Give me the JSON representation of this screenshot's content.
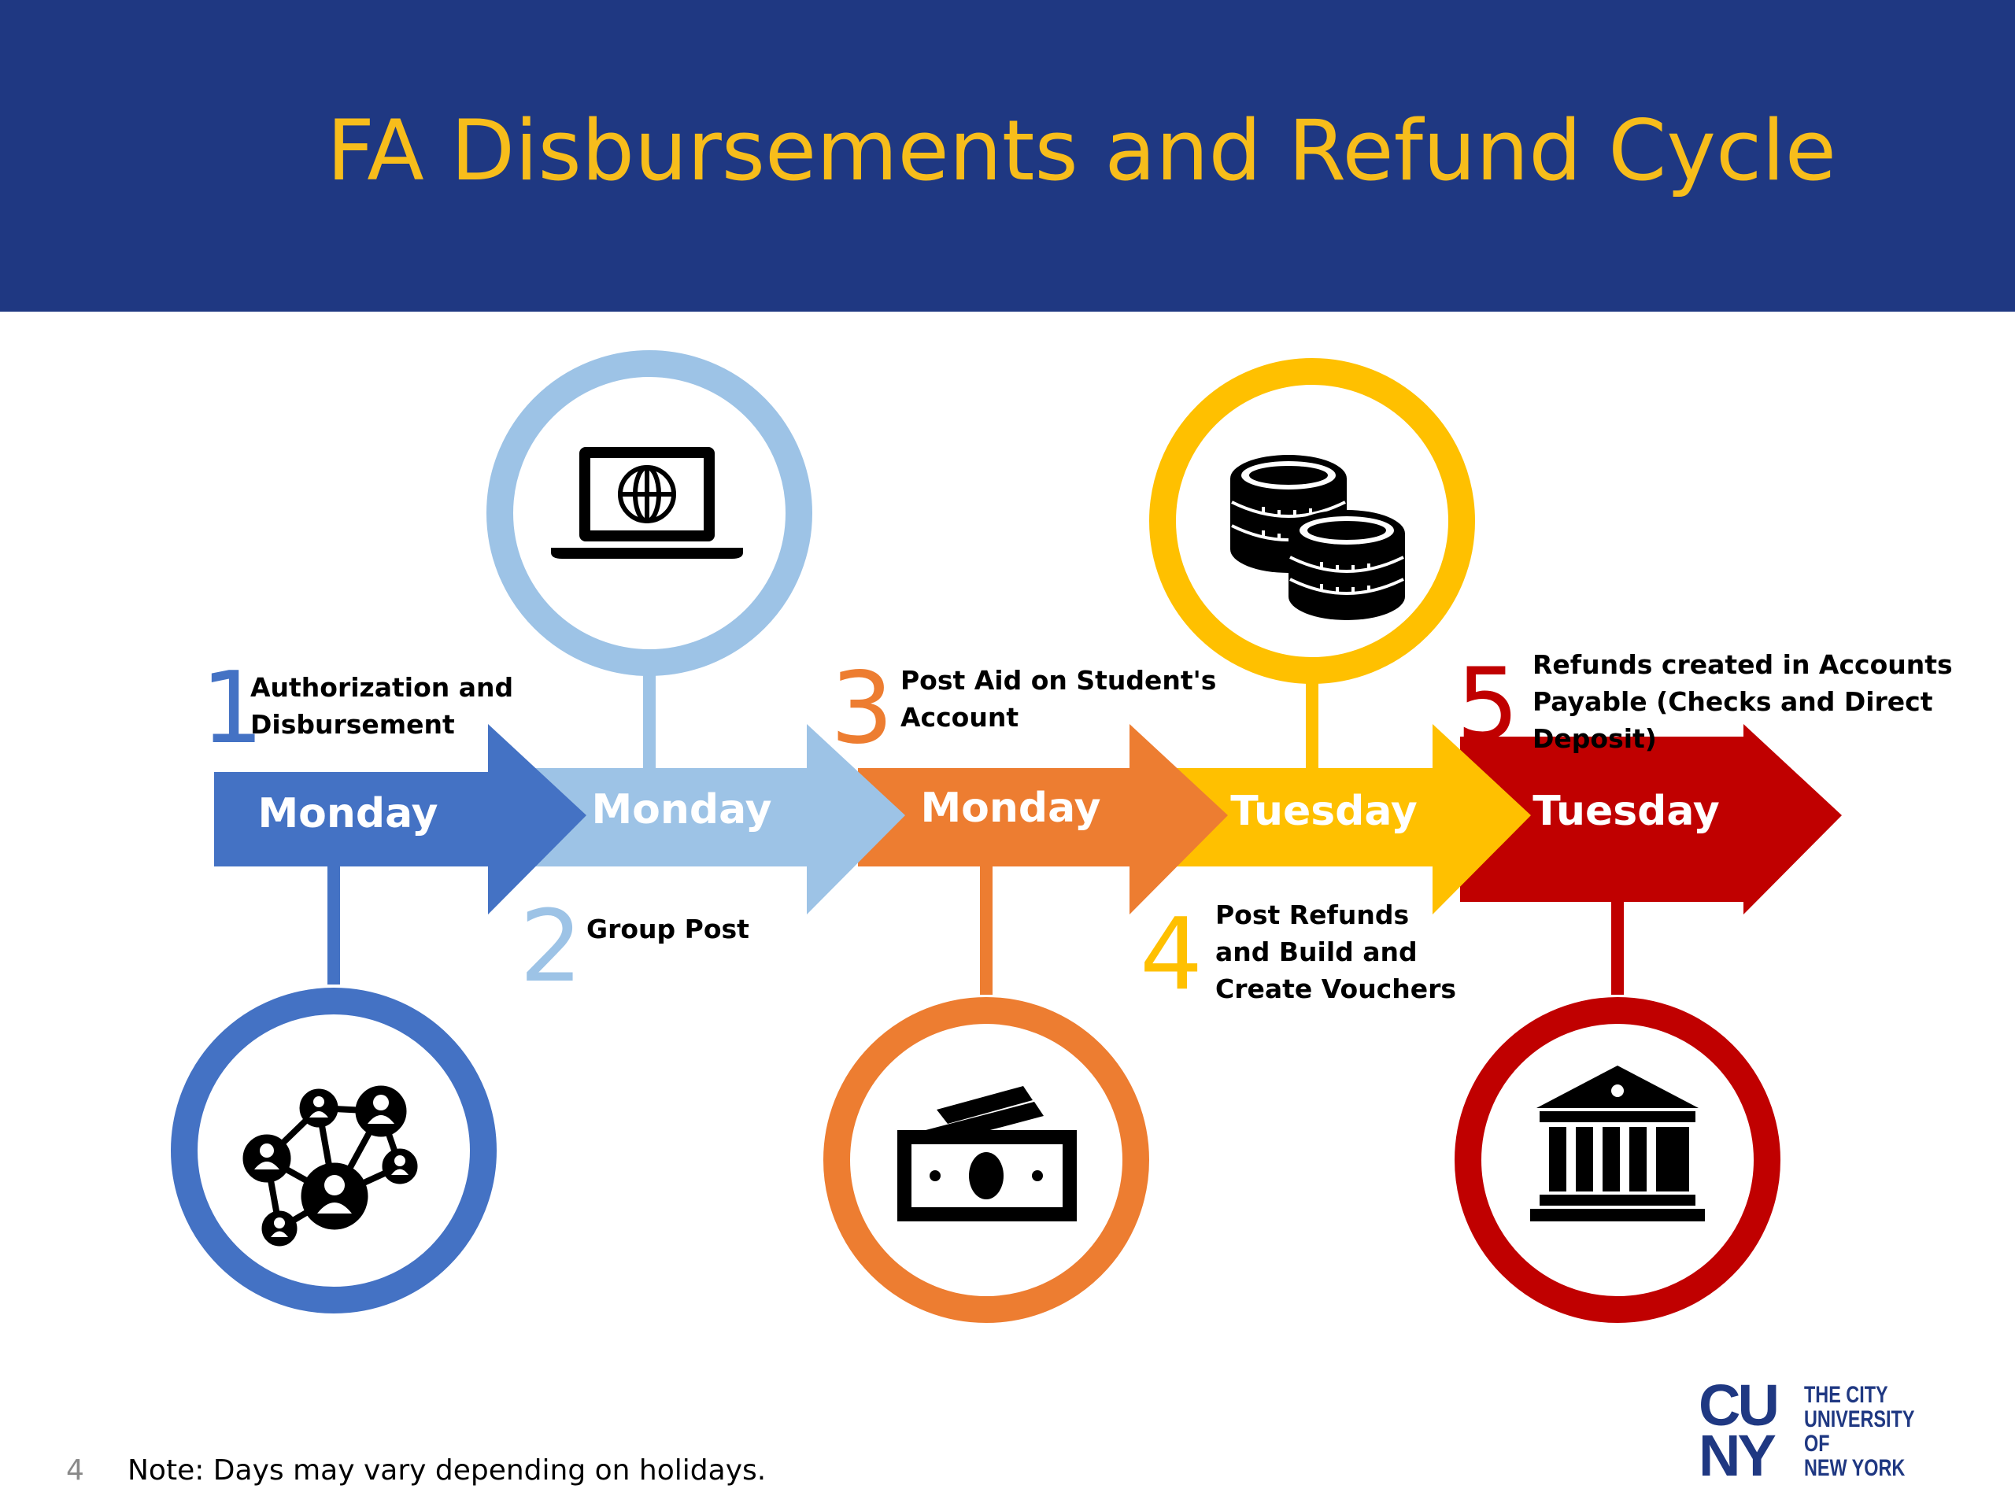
{
  "title": "FA Disbursements and Refund Cycle",
  "steps": [
    {
      "number": "1",
      "day": "Monday",
      "label_lines": [
        "Authorization and",
        "Disbursement"
      ],
      "color": "#4472c4",
      "icon": "network-people-icon"
    },
    {
      "number": "2",
      "day": "Monday",
      "label_lines": [
        "Group Post"
      ],
      "color": "#9dc3e6",
      "icon": "laptop-globe-icon"
    },
    {
      "number": "3",
      "day": "Monday",
      "label_lines": [
        "Post Aid on Student's",
        "Account"
      ],
      "color": "#ed7d31",
      "icon": "cash-icon"
    },
    {
      "number": "4",
      "day": "Tuesday",
      "label_lines": [
        "Post Refunds",
        "and Build and",
        "Create Vouchers"
      ],
      "color": "#ffc000",
      "icon": "coins-icon"
    },
    {
      "number": "5",
      "day": "Tuesday",
      "label_lines": [
        "Refunds created in Accounts",
        "Payable (Checks and Direct",
        "Deposit)"
      ],
      "color": "#c00000",
      "icon": "bank-icon"
    }
  ],
  "footer": {
    "page_number": "4",
    "note": "Note: Days may vary depending on holidays."
  },
  "logo": {
    "mark_top": "CU",
    "mark_bottom": "NY",
    "text_lines": [
      "THE CITY",
      "UNIVERSITY",
      "OF",
      "NEW YORK"
    ]
  }
}
